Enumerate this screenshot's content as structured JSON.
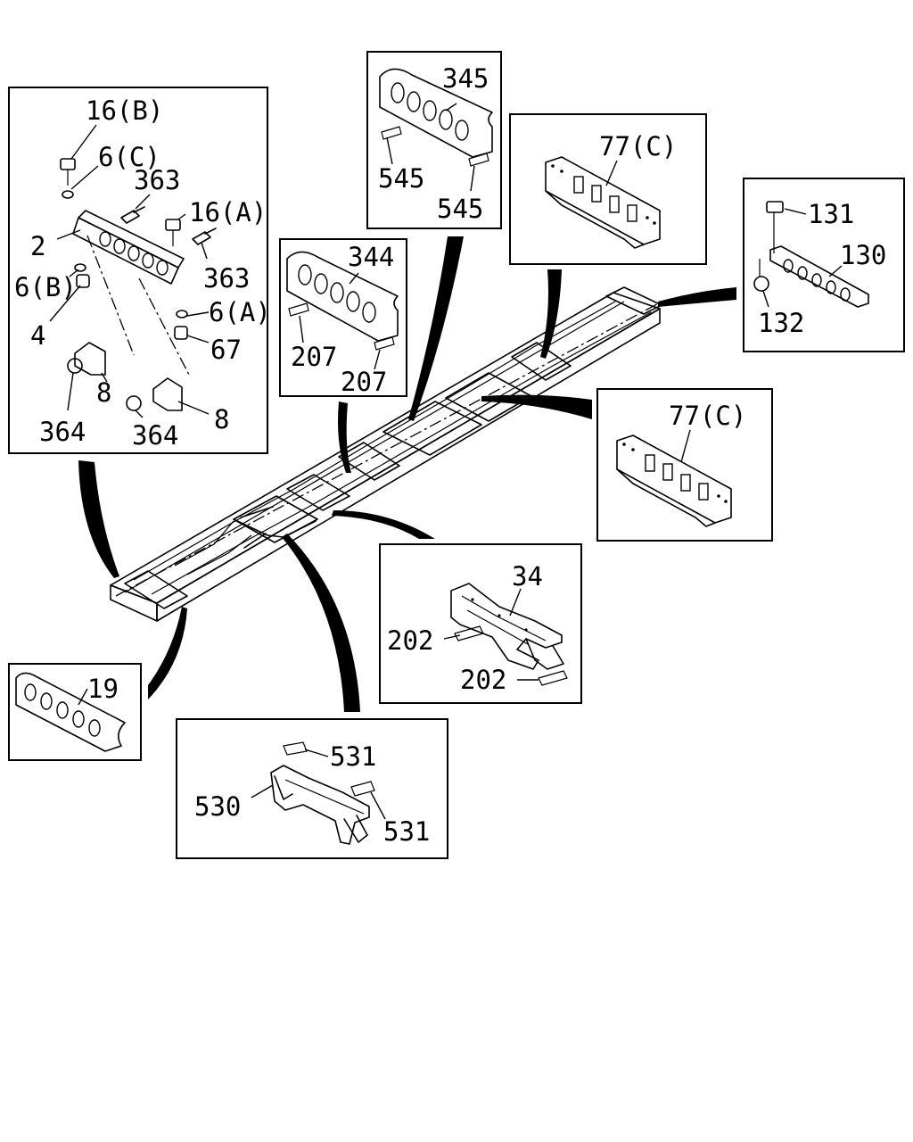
{
  "diagram": {
    "labels": {
      "p16B": "16(B)",
      "p6C": "6(C)",
      "p363a": "363",
      "p16A": "16(A)",
      "p2": "2",
      "p363b": "363",
      "p6B": "6(B)",
      "p6A": "6(A)",
      "p4": "4",
      "p67": "67",
      "p8a": "8",
      "p8b": "8",
      "p364a": "364",
      "p364b": "364",
      "p345": "345",
      "p545a": "545",
      "p545b": "545",
      "p77Ca": "77(C)",
      "p131": "131",
      "p130": "130",
      "p132": "132",
      "p344": "344",
      "p207a": "207",
      "p207b": "207",
      "p77Cb": "77(C)",
      "p34": "34",
      "p202a": "202",
      "p202b": "202",
      "p19": "19",
      "p531a": "531",
      "p530": "530",
      "p531b": "531"
    }
  }
}
